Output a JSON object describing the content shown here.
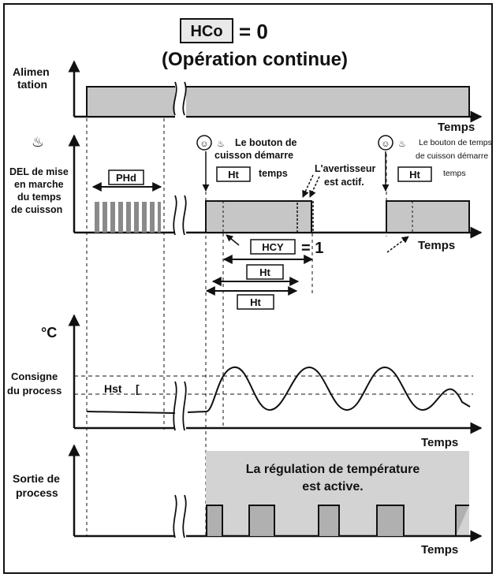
{
  "header": {
    "param_code": "HCo",
    "equals_value": "= 0",
    "subtitle": "(Opération continue)"
  },
  "axes": {
    "time_label": "Temps",
    "temp_unit": "°C"
  },
  "power": {
    "label_line1": "Alimen",
    "label_line2": "tation"
  },
  "led": {
    "label_lines": [
      "DEL de mise",
      "en marche",
      "du temps",
      "de cuisson"
    ],
    "preheat_code": "PHd",
    "button_text_1": [
      "Le bouton de",
      "cuisson démarre",
      "temps"
    ],
    "timer_code_1": "Ht",
    "buzzer_text": [
      "L'avertisseur",
      "est actif."
    ],
    "button_text_2": [
      "Le bouton de temps",
      "de cuisson démarre",
      "temps"
    ],
    "timer_code_2": "Ht",
    "hcy_code": "HCY",
    "hcy_value": "= 1",
    "ht_code": "Ht",
    "ht1_code": "Ht"
  },
  "process": {
    "setpoint_label": [
      "Consigne",
      "du process"
    ],
    "hysteresis_label": "Hst"
  },
  "output": {
    "label_lines": [
      "Sortie de",
      "process"
    ],
    "regulation_text": [
      "La régulation de température",
      "est active."
    ]
  },
  "colors": {
    "bar_fill": "#c6c6c6",
    "regulation_fill": "#d3d3d3",
    "ink": "#111111"
  }
}
